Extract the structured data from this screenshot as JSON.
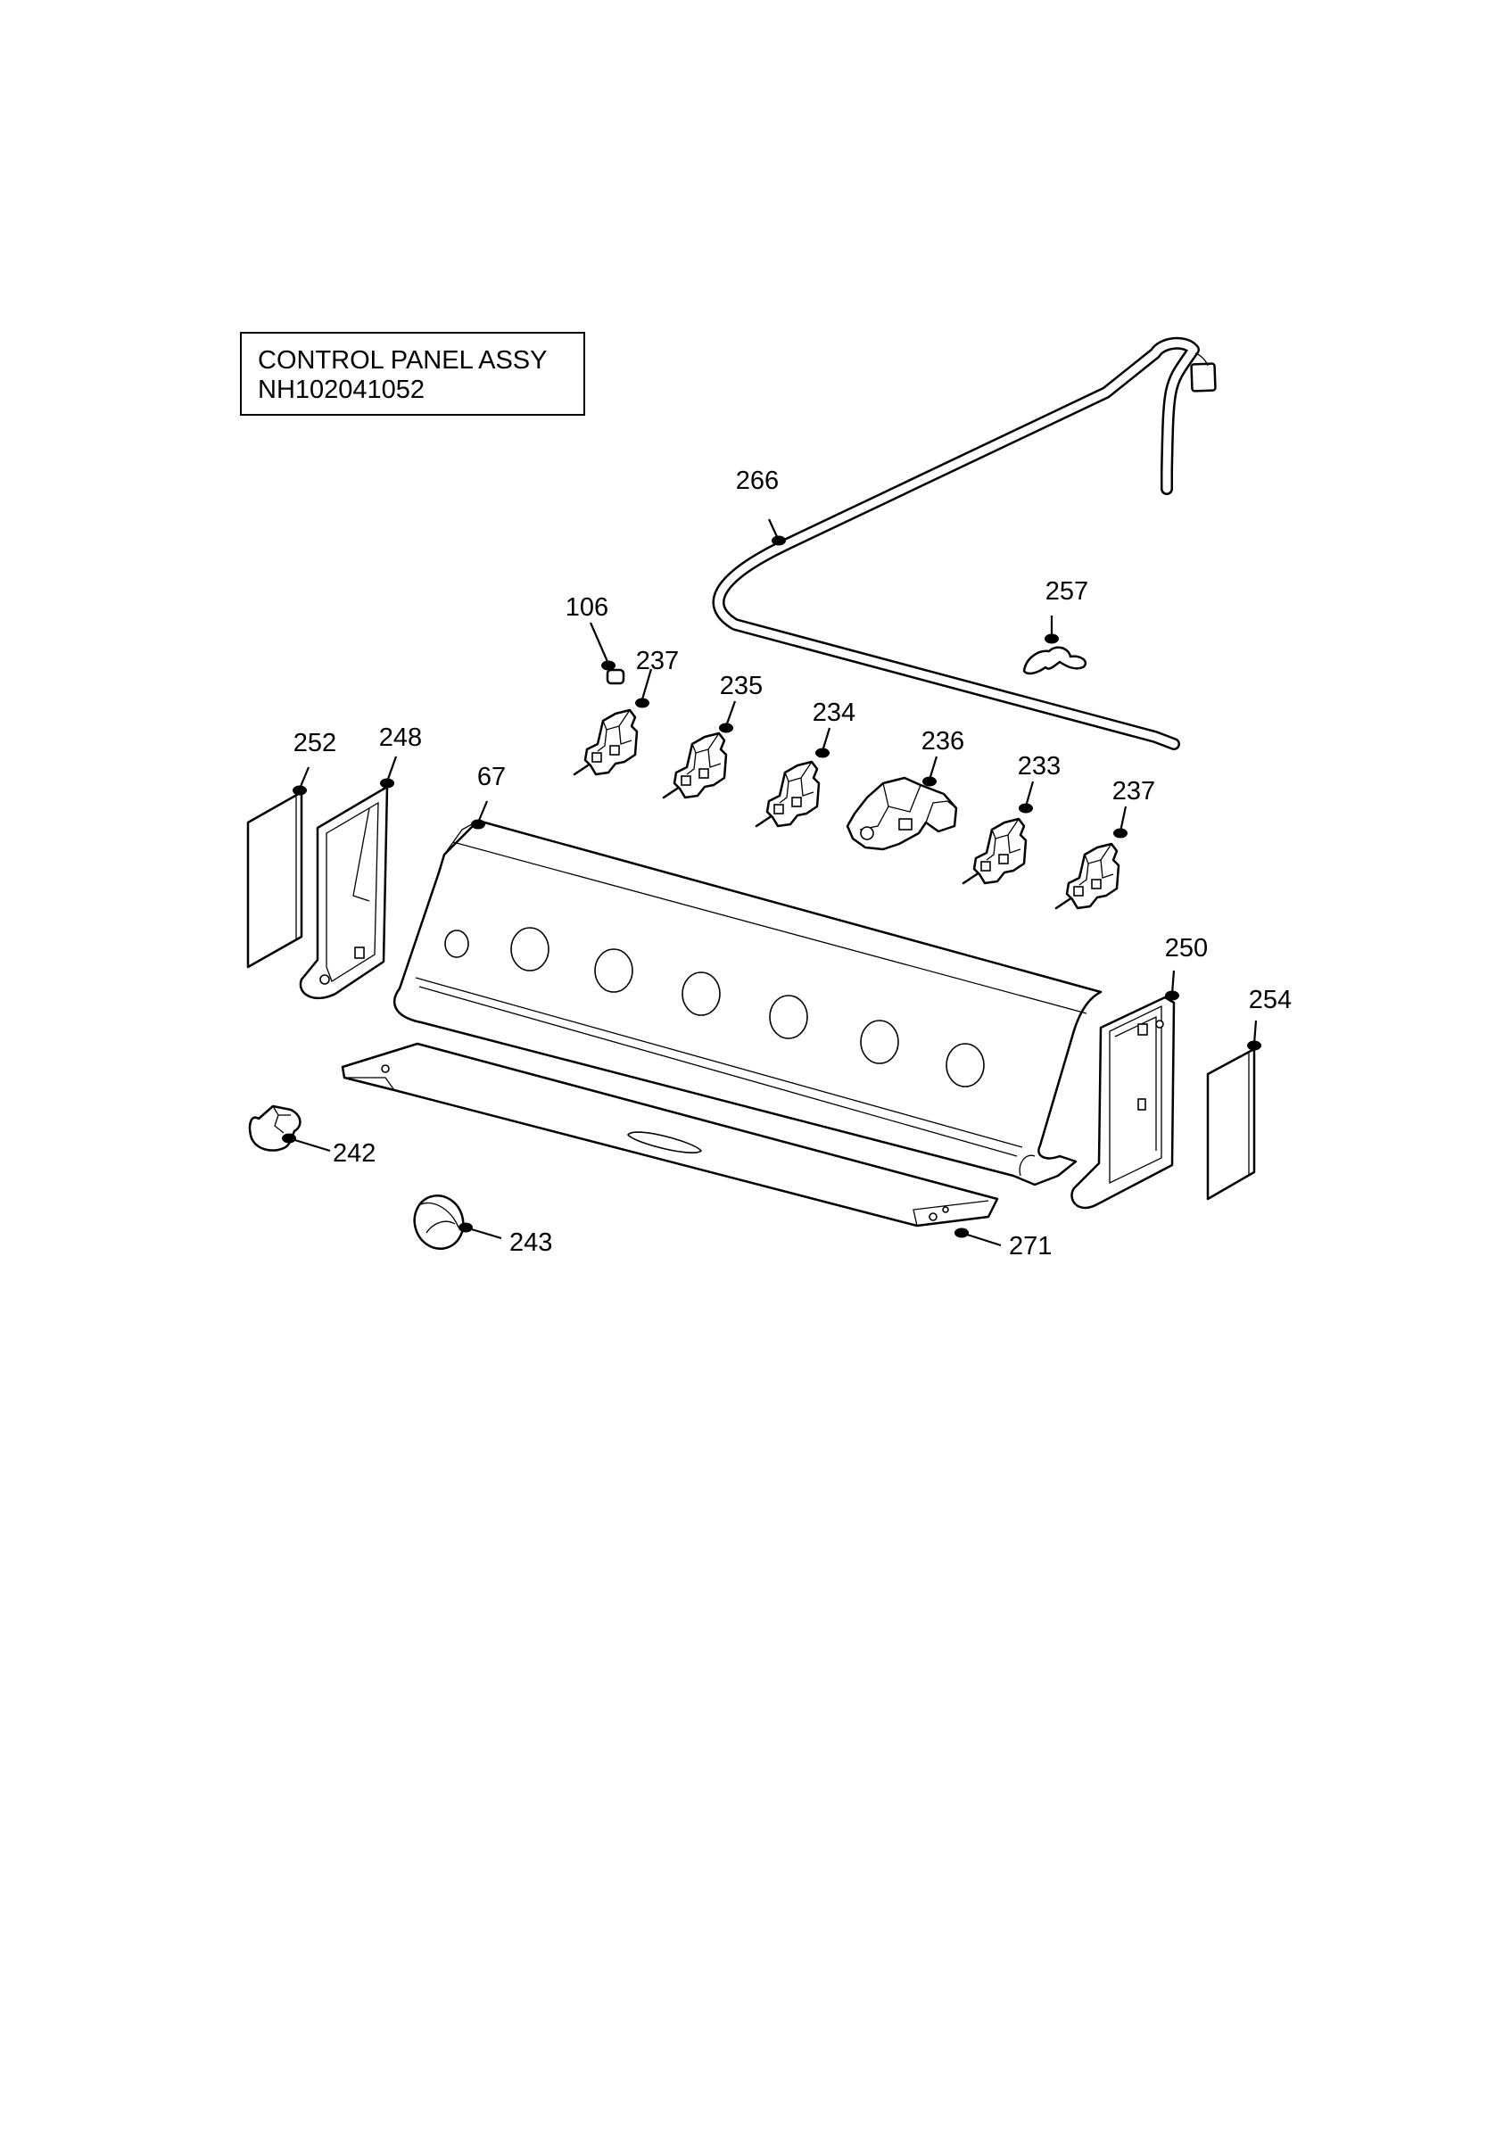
{
  "title": {
    "line1": "CONTROL PANEL ASSY",
    "line2": "NH102041052"
  },
  "callouts": {
    "c266": "266",
    "c257": "257",
    "c106": "106",
    "c237a": "237",
    "c235": "235",
    "c234": "234",
    "c236": "236",
    "c233": "233",
    "c237b": "237",
    "c252": "252",
    "c248": "248",
    "c67": "67",
    "c250": "250",
    "c254": "254",
    "c242": "242",
    "c243": "243",
    "c271": "271"
  }
}
